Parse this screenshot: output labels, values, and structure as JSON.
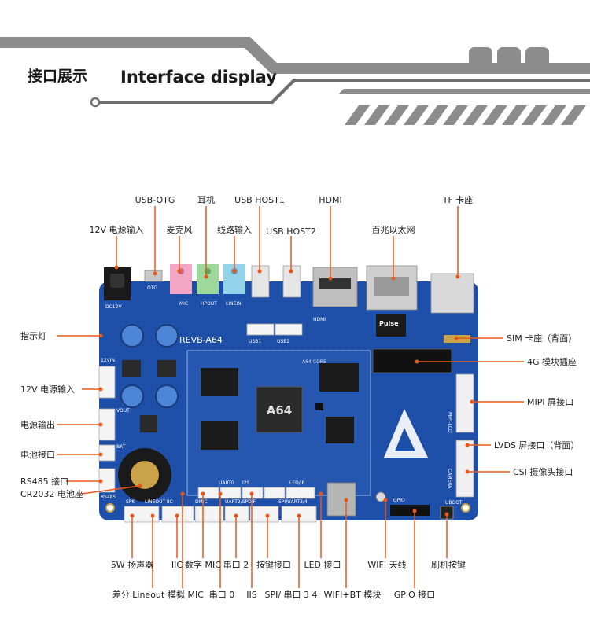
{
  "header": {
    "title_cn": "接口展示",
    "title_en": "Interface display"
  },
  "colors": {
    "accent": "#e8581a",
    "board_blue": "#1e4fa8",
    "header_gray": "#8c8c8c",
    "text": "#1f1f1f"
  },
  "board_silkscreen": {
    "board_name": "REVB-A64",
    "chip": "A64",
    "core": "A64-CORE",
    "module": "Pulse",
    "usb1": "USB1",
    "usb2": "USB2",
    "hdmi": "HDMI",
    "gpio": "GPIO",
    "camera": "CAMERA",
    "mipi": "MIPI-LCD",
    "rs485": "RS485",
    "bat": "BAT",
    "vout": "VOUT",
    "dc12v": "DC12V",
    "vin12": "12VIN",
    "otg": "OTG",
    "uboot": "UBOOT",
    "mic": "MIC",
    "hpout": "HPOUT",
    "linein": "LINEIN",
    "spk": "SPK",
    "lineout": "LINEOUT",
    "iic": "IIC",
    "uart0": "UART0",
    "i2s": "I2S",
    "led": "LED/IR",
    "uart2": "UART2/SPDIF",
    "uart34": "SPI/UART3/4",
    "dmic": "DMIC"
  },
  "labels": {
    "usb_otg": "USB-OTG",
    "earphone": "耳机",
    "usb_host1": "USB HOST1",
    "hdmi": "HDMI",
    "tf_slot": "TF 卡座",
    "power_in_top": "12V 电源输入",
    "mic": "麦克风",
    "line_in": "线路输入",
    "usb_host2": "USB HOST2",
    "ethernet": "百兆以太网",
    "indicator": "指示灯",
    "sim_slot": "SIM 卡座（背面）",
    "module_4g": "4G 模块插座",
    "power_in_left": "12V 电源输入",
    "mipi_port": "MIPI 屏接口",
    "power_out": "电源输出",
    "lvds_port": "LVDS 屏接口（背面）",
    "battery_port": "电池接口",
    "csi_port": "CSI 摄像头接口",
    "rs485_port": "RS485 接口",
    "cr2032": "CR2032 电池座",
    "speaker": "5W 扬声器",
    "iic": "IIC",
    "digital_mic": "数字 MIC",
    "uart2": "串口 2",
    "keypad": "按键接口",
    "led_port": "LED 接口",
    "wifi_antenna": "WIFI 天线",
    "flash_key": "刷机按键",
    "diff_lineout": "差分 Lineout",
    "analog_mic": "模拟 MIC",
    "uart0": "串口 0",
    "iis": "IIS",
    "spi_uart34": "SPI/ 串口 3 4",
    "wifi_bt": "WIFI+BT 模块",
    "gpio_port": "GPIO 接口"
  }
}
